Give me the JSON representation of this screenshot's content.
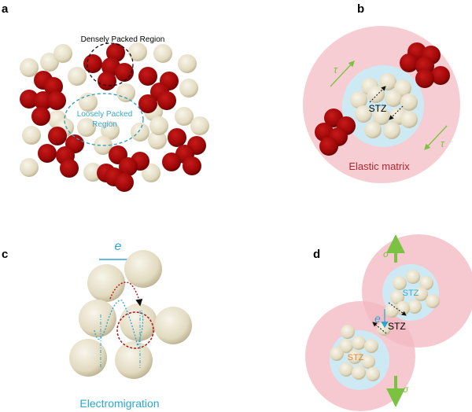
{
  "panels": {
    "a": {
      "label": "a",
      "dense_label": "Densely Packed Region",
      "loose_label_1": "Loosely Packed",
      "loose_label_2": "Region"
    },
    "b": {
      "label": "b",
      "stz": "STZ",
      "matrix": "Elastic matrix",
      "tau_top": "τ",
      "tau_bottom": "τ"
    },
    "c": {
      "label": "c",
      "e": "e",
      "caption": "Electromigration"
    },
    "d": {
      "label": "d",
      "sigma_top": "σ",
      "sigma_bottom": "σ",
      "e": "e",
      "stz_top": "STZ",
      "stz_mid": "STZ",
      "stz_bottom": "STZ"
    }
  },
  "colors": {
    "beige": "#e8e2cc",
    "red": "#a30a0a",
    "pink": "#f6cdd3",
    "blue": "#cdeaf4",
    "cyan": "#2aa6d3",
    "green": "#7cc242",
    "matrix_text": "#b0272f"
  }
}
